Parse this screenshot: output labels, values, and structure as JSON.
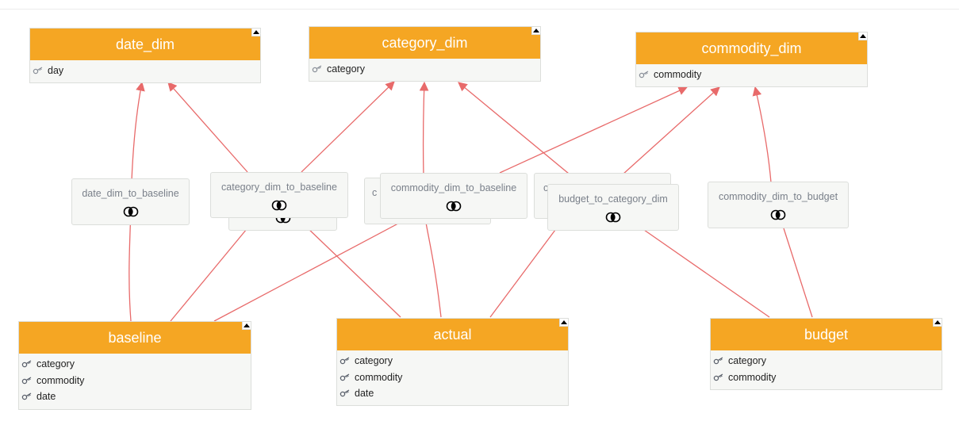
{
  "entities": {
    "date_dim": {
      "name": "date_dim",
      "fields": [
        "day"
      ]
    },
    "category_dim": {
      "name": "category_dim",
      "fields": [
        "category"
      ]
    },
    "commodity_dim": {
      "name": "commodity_dim",
      "fields": [
        "commodity"
      ]
    },
    "baseline": {
      "name": "baseline",
      "fields": [
        "category",
        "commodity",
        "date"
      ]
    },
    "actual": {
      "name": "actual",
      "fields": [
        "category",
        "commodity",
        "date"
      ]
    },
    "budget": {
      "name": "budget",
      "fields": [
        "category",
        "commodity"
      ]
    }
  },
  "relationships": {
    "date_dim_to_baseline": "date_dim_to_baseline",
    "category_dim_to_baseline": "category_dim_to_baseline",
    "commodity_dim_to_baseline": "commodity_dim_to_baseline",
    "budget_to_category_dim": "budget_to_category_dim",
    "commodity_dim_to_budget": "commodity_dim_to_budget",
    "hidden_left_partial": "c",
    "hidden_right_partial": "c"
  },
  "colors": {
    "header": "#f5a623",
    "edge": "#e86a6a",
    "box": "#f6f7f5"
  },
  "icons": {
    "field": "key-icon",
    "collapse": "collapse-triangle-icon",
    "relation": "relationship-join-icon"
  }
}
